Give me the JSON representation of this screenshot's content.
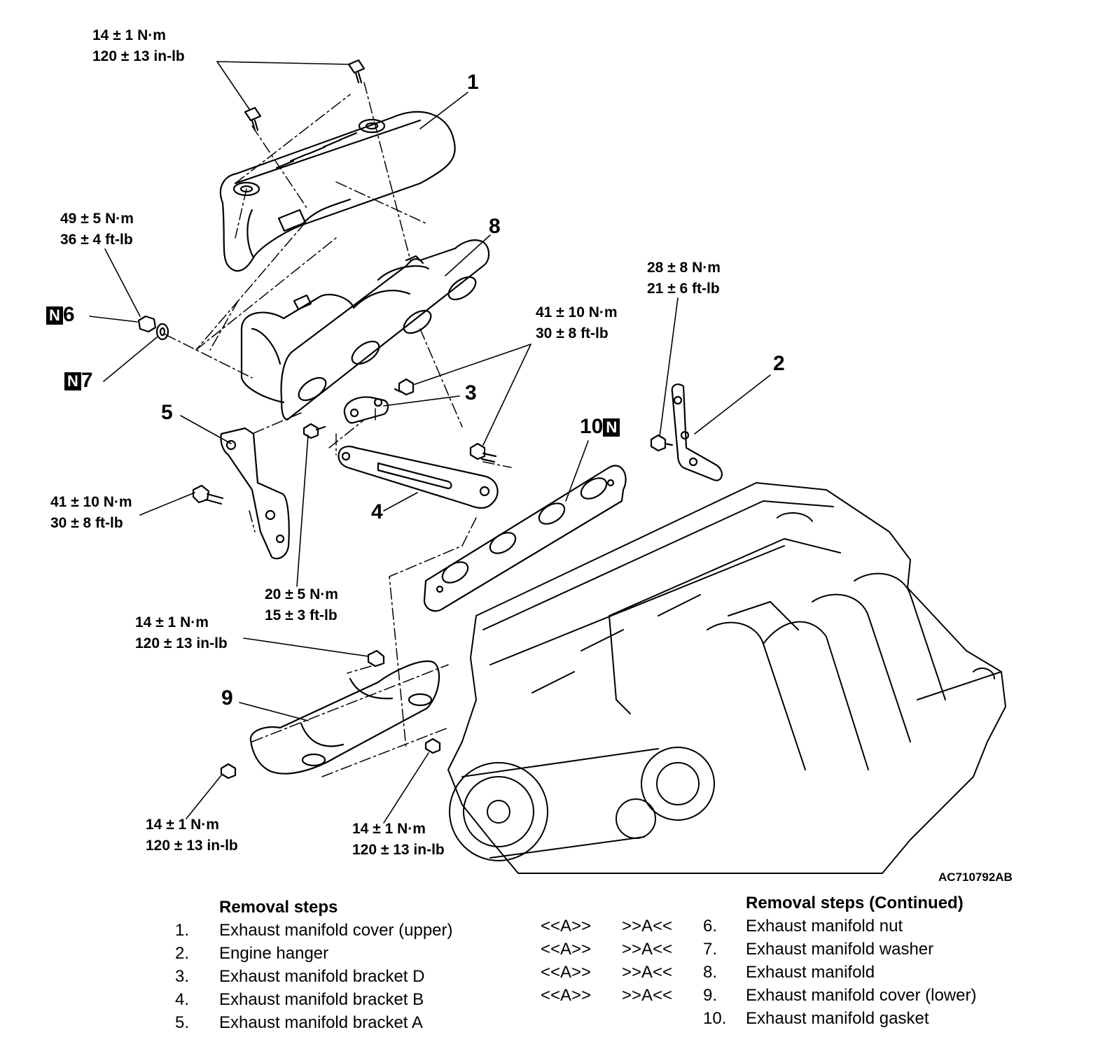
{
  "figure_id": "AC710792AB",
  "torque": {
    "t1": [
      "14 ± 1 N·m",
      "120 ± 13 in-lb"
    ],
    "t2": [
      "49 ± 5 N·m",
      "36 ± 4 ft-lb"
    ],
    "t3": [
      "28 ± 8 N·m",
      "21 ± 6 ft-lb"
    ],
    "t4": [
      "41 ± 10 N·m",
      "30 ± 8 ft-lb"
    ],
    "t5": [
      "41 ± 10 N·m",
      "30 ± 8 ft-lb"
    ],
    "t6": [
      "20 ± 5 N·m",
      "15 ± 3 ft-lb"
    ],
    "t7": [
      "14 ± 1 N·m",
      "120 ± 13 in-lb"
    ],
    "t8": [
      "14 ± 1 N·m",
      "120 ± 13 in-lb"
    ],
    "t9": [
      "14 ± 1 N·m",
      "120 ± 13 in-lb"
    ]
  },
  "callouts": {
    "c1": "1",
    "c2": "2",
    "c3": "3",
    "c4": "4",
    "c5": "5",
    "c6": "6",
    "c7": "7",
    "c8": "8",
    "c9": "9",
    "c10": "10",
    "n_mark": "N"
  },
  "steps_left": {
    "header": "Removal steps",
    "items": [
      {
        "num": "1.",
        "text": "Exhaust manifold cover (upper)"
      },
      {
        "num": "2.",
        "text": "Engine hanger"
      },
      {
        "num": "3.",
        "text": "Exhaust manifold bracket D"
      },
      {
        "num": "4.",
        "text": "Exhaust manifold bracket B"
      },
      {
        "num": "5.",
        "text": "Exhaust manifold bracket A"
      }
    ]
  },
  "steps_right": {
    "header": "Removal steps (Continued)",
    "items": [
      {
        "ref_a": "<<A>>",
        "ref_b": ">>A<<",
        "num": "6.",
        "text": "Exhaust manifold nut"
      },
      {
        "ref_a": "<<A>>",
        "ref_b": ">>A<<",
        "num": "7.",
        "text": "Exhaust manifold washer"
      },
      {
        "ref_a": "<<A>>",
        "ref_b": ">>A<<",
        "num": "8.",
        "text": "Exhaust manifold"
      },
      {
        "ref_a": "<<A>>",
        "ref_b": ">>A<<",
        "num": "9.",
        "text": "Exhaust manifold cover (lower)"
      },
      {
        "ref_a": "",
        "ref_b": "",
        "num": "10.",
        "text": "Exhaust manifold gasket"
      }
    ]
  }
}
